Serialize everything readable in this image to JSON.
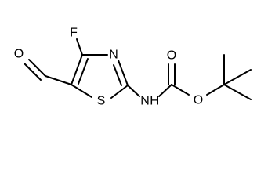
{
  "diagram": {
    "type": "chemical-structure",
    "atoms": {
      "fluorine": "F",
      "thiazole_nitrogen": "N",
      "sulfur": "S",
      "aldehyde_oxygen": "O",
      "amide_nitrogen": "N",
      "amide_hydrogen": "H",
      "carbonyl_oxygen": "O",
      "ester_oxygen": "O"
    }
  }
}
